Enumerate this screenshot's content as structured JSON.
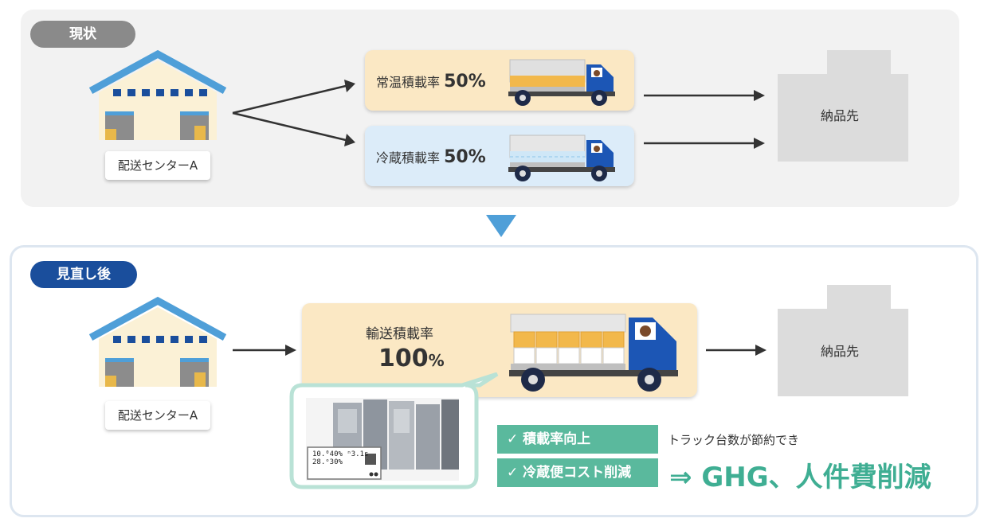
{
  "before": {
    "label": "現状",
    "center_label": "配送センターA",
    "normal_rate_label": "常温積載率",
    "normal_rate_value": "50%",
    "cold_rate_label": "冷蔵積載率",
    "cold_rate_value": "50%",
    "destination": "納品先"
  },
  "after": {
    "label": "見直し後",
    "center_label": "配送センターA",
    "rate_label": "輸送積載率",
    "rate_number": "100",
    "rate_unit": "%",
    "destination": "納品先",
    "benefits": [
      {
        "label": "積載率向上"
      },
      {
        "label": "冷蔵便コスト削減"
      }
    ],
    "truck_note": "トラック台数が節約でき",
    "result": "⇒ GHG、人件費削減",
    "photo_display_line1": "10.⁰40% ⁿ3.1s",
    "photo_display_line2": "28.ᵒ30%"
  },
  "colors": {
    "navy": "#1a4e9c",
    "truck_blue": "#1c56b5",
    "teal": "#5ab99d",
    "gray_pill": "#8a8a8a",
    "warm_card": "#fbe8c4",
    "cold_card": "#dcecf9"
  }
}
